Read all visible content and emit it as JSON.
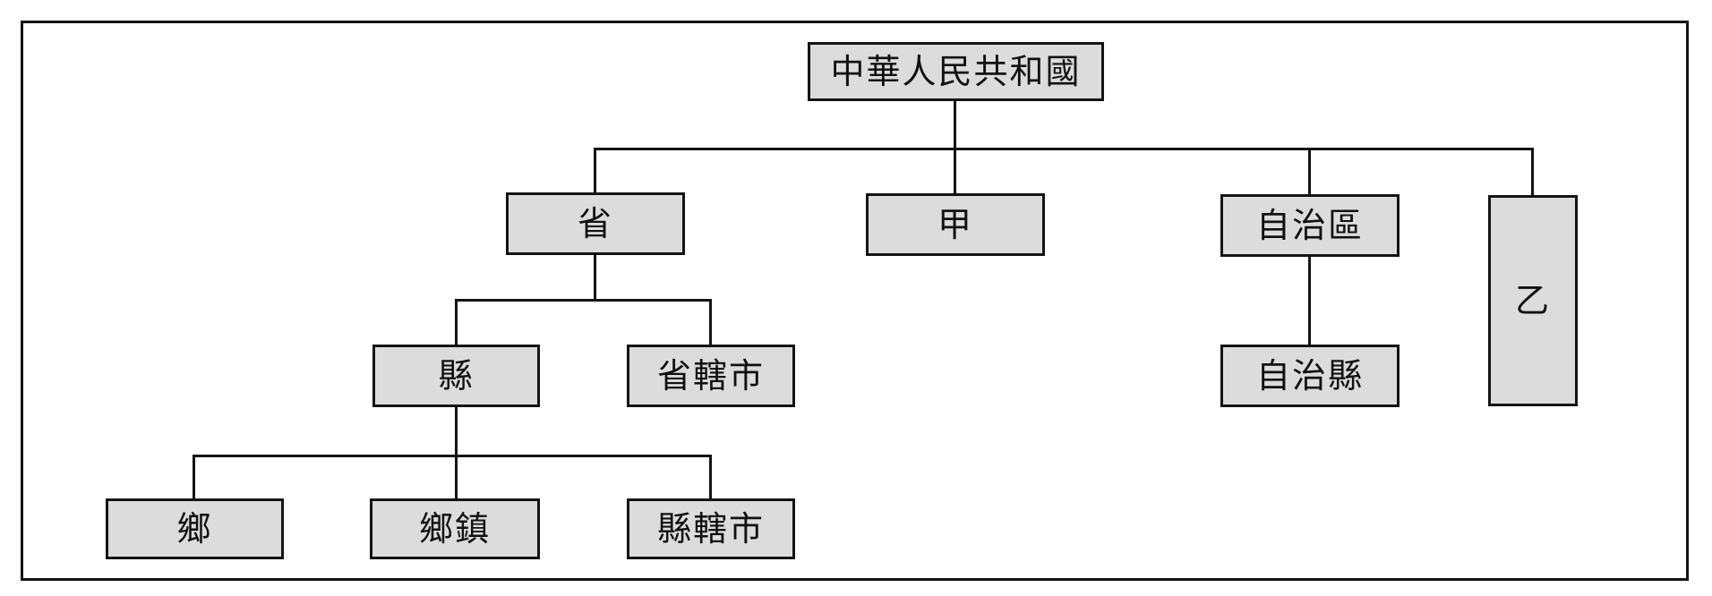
{
  "diagram": {
    "type": "org-chart",
    "description": "Administrative divisions hierarchy chart of the People's Republic of China with two placeholder boxes",
    "nodes": {
      "root": {
        "label": "中華人民共和國"
      },
      "province": {
        "label": "省"
      },
      "placeholder_jia": {
        "label": "甲"
      },
      "autonomous_region": {
        "label": "自治區"
      },
      "placeholder_yi": {
        "label": "乙"
      },
      "county": {
        "label": "縣"
      },
      "province_administered_city": {
        "label": "省轄市"
      },
      "autonomous_county": {
        "label": "自治縣"
      },
      "township": {
        "label": "鄉"
      },
      "town": {
        "label": "鄉鎮"
      },
      "county_administered_city": {
        "label": "縣轄市"
      }
    },
    "edges": [
      [
        "root",
        "province"
      ],
      [
        "root",
        "placeholder_jia"
      ],
      [
        "root",
        "autonomous_region"
      ],
      [
        "root",
        "placeholder_yi"
      ],
      [
        "province",
        "county"
      ],
      [
        "province",
        "province_administered_city"
      ],
      [
        "autonomous_region",
        "autonomous_county"
      ],
      [
        "county",
        "township"
      ],
      [
        "county",
        "town"
      ],
      [
        "county",
        "county_administered_city"
      ]
    ],
    "colors": {
      "node_fill": "#dcdcdc",
      "node_border": "#141414",
      "connector": "#141414",
      "background": "#ffffff"
    }
  }
}
